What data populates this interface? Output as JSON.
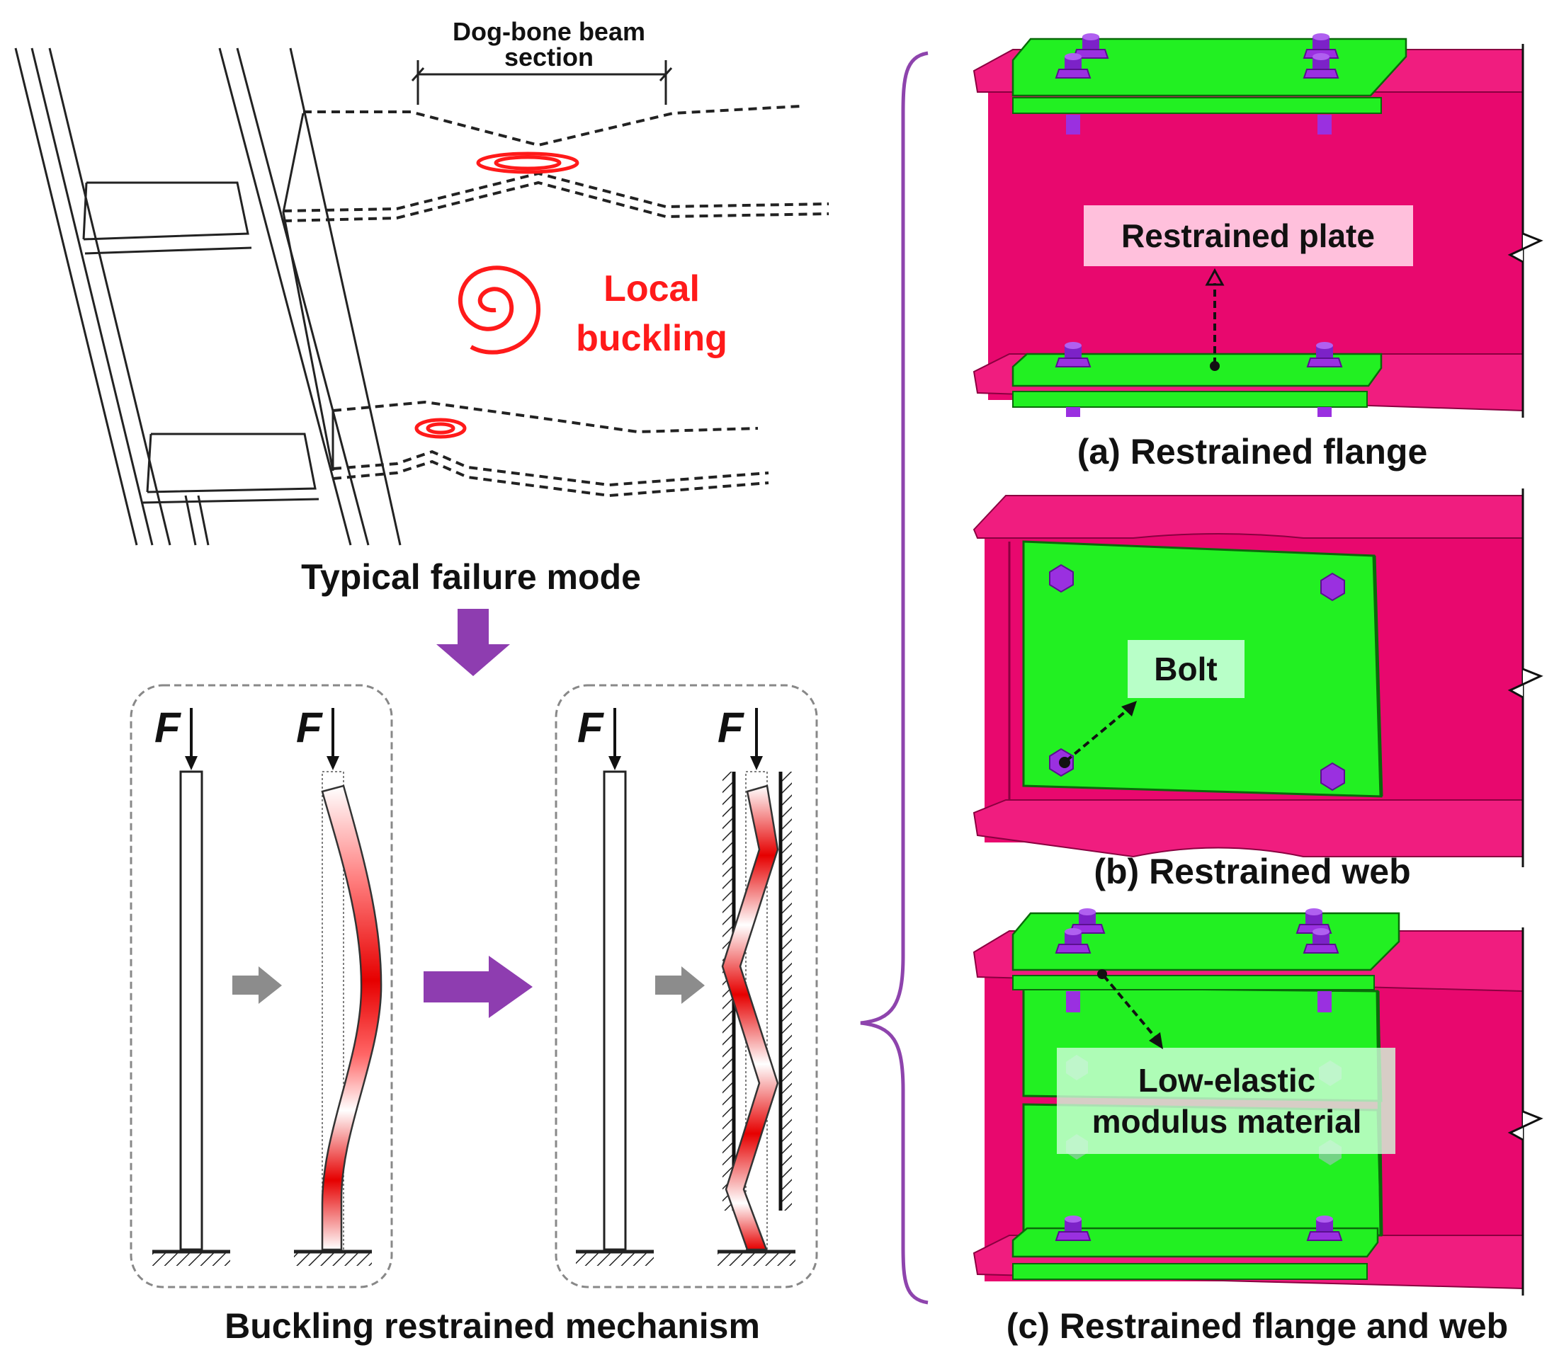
{
  "colors": {
    "flange": "#e8086e",
    "plate": "#22f022",
    "bolt": "#9a30e0",
    "accent_red": "#ff1a1a",
    "brace_purple": "#8e44ad",
    "arrow_purple": "#8e3db0",
    "arrow_grey": "#8c8c8c",
    "label_pink": "#ffc0dc",
    "label_green": "#b8ffc8"
  },
  "labels": {
    "dogbone": [
      "Dog-bone beam",
      "section"
    ],
    "local_buckling": [
      "Local",
      "buckling"
    ],
    "failure_mode": "Typical failure mode",
    "mechanism": "Buckling restrained mechanism",
    "force": "F",
    "restrained_plate": "Restrained plate",
    "bolt": "Bolt",
    "low_elastic": [
      "Low-elastic",
      "modulus material"
    ],
    "caption_a": "(a) Restrained flange",
    "caption_b": "(b) Restrained web",
    "caption_c": "(c) Restrained flange and web"
  },
  "icons": [
    "spiral-icon",
    "arrow-down-icon",
    "arrow-right-icon",
    "break-line-icon",
    "bolt-icon",
    "fixed-support-icon"
  ]
}
